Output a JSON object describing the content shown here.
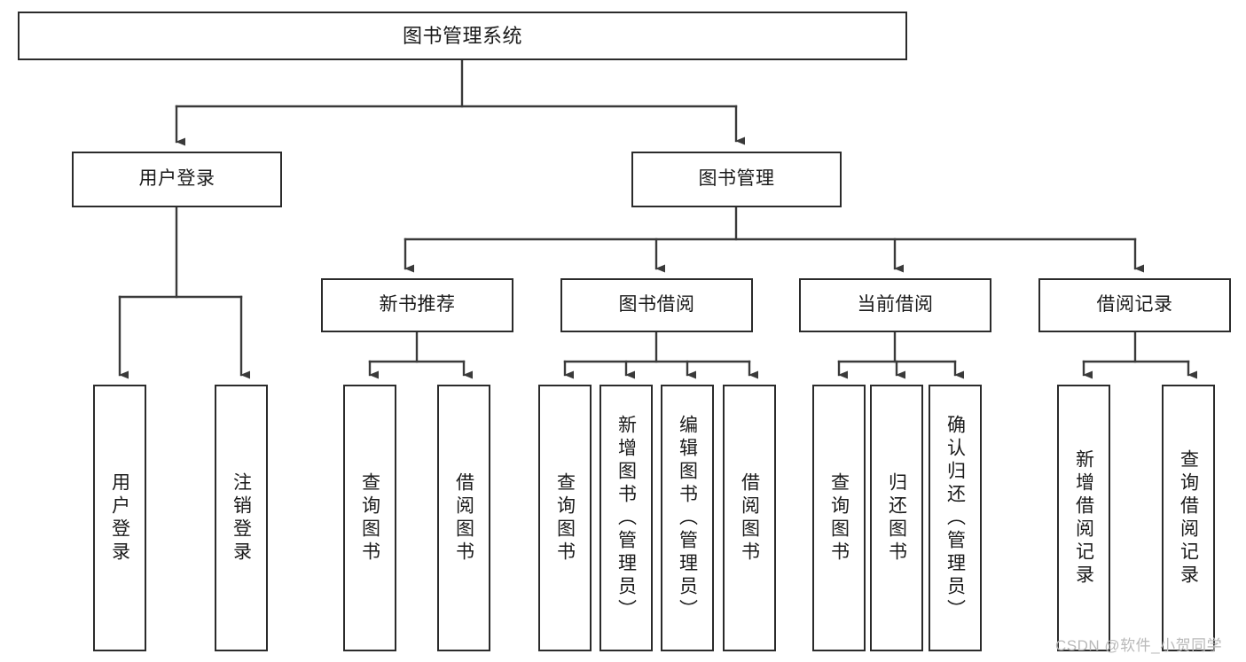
{
  "diagram": {
    "title": "图书管理系统",
    "type": "tree-hierarchy-chart",
    "watermark": "CSDN @软件_小贺同学",
    "colors": {
      "box_border": "#2b2b2b",
      "box_fill": "#ffffff",
      "edge": "#3a3a3a",
      "text": "#1a1a1a",
      "watermark": "#b9b9b9",
      "background": "#ffffff"
    },
    "nodes": {
      "root": {
        "label": "图书管理系统"
      },
      "level2": [
        {
          "id": "user-login",
          "label": "用户登录"
        },
        {
          "id": "book-manage",
          "label": "图书管理"
        }
      ],
      "level3": [
        {
          "id": "new-book-recommend",
          "label": "新书推荐"
        },
        {
          "id": "book-borrow",
          "label": "图书借阅"
        },
        {
          "id": "current-borrow",
          "label": "当前借阅"
        },
        {
          "id": "borrow-record",
          "label": "借阅记录"
        }
      ],
      "leaves": {
        "user-login": [
          {
            "id": "leaf-user-login",
            "label": "用户登录"
          },
          {
            "id": "leaf-logout-login",
            "label": "注销登录"
          }
        ],
        "new-book-recommend": [
          {
            "id": "leaf-query-book-1",
            "label": "查询图书"
          },
          {
            "id": "leaf-borrow-book-1",
            "label": "借阅图书"
          }
        ],
        "book-borrow": [
          {
            "id": "leaf-query-book-2",
            "label": "查询图书"
          },
          {
            "id": "leaf-add-book-admin",
            "label": "新增图书（管理员）"
          },
          {
            "id": "leaf-edit-book-admin",
            "label": "编辑图书（管理员）"
          },
          {
            "id": "leaf-borrow-book-2",
            "label": "借阅图书"
          }
        ],
        "current-borrow": [
          {
            "id": "leaf-query-book-3",
            "label": "查询图书"
          },
          {
            "id": "leaf-return-book",
            "label": "归还图书"
          },
          {
            "id": "leaf-confirm-return-admin",
            "label": "确认归还（管理员）"
          }
        ],
        "borrow-record": [
          {
            "id": "leaf-add-borrow-record",
            "label": "新增借阅记录"
          },
          {
            "id": "leaf-query-borrow-record",
            "label": "查询借阅记录"
          }
        ]
      }
    }
  }
}
